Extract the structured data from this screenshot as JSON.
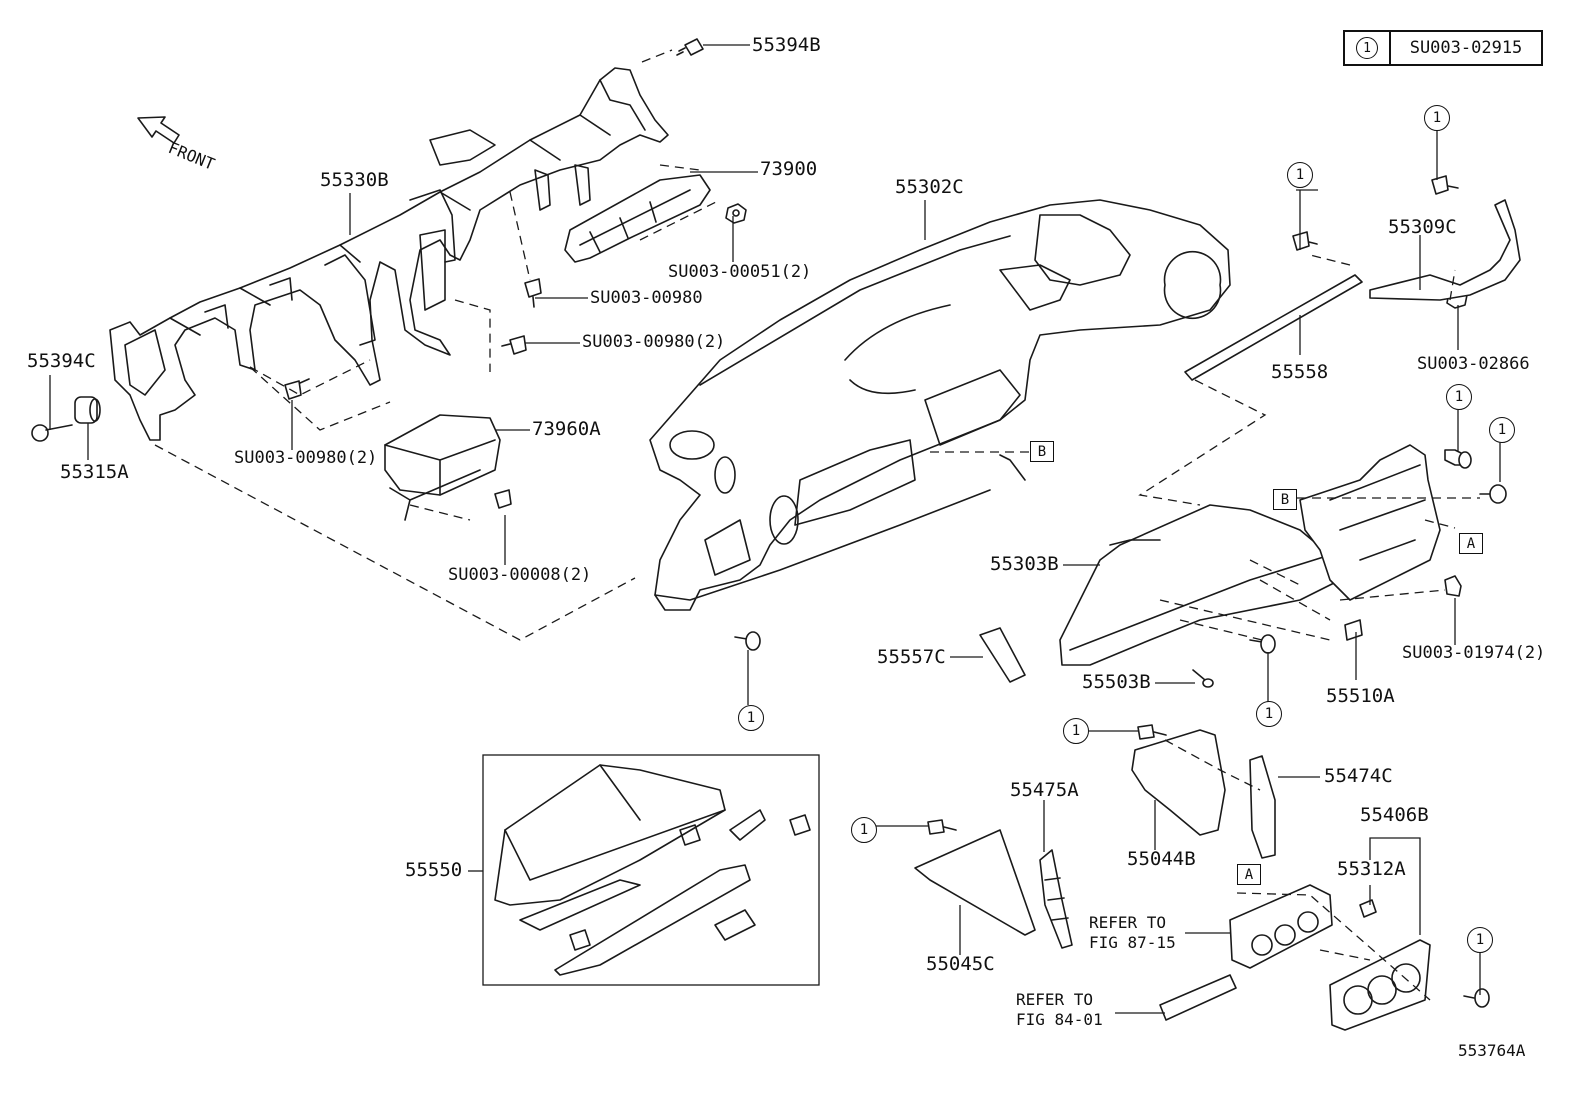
{
  "figure_id": "553764A",
  "legend": {
    "symbol": "1",
    "part": "SU003-02915"
  },
  "front_label": "FRONT",
  "callout_symbol": "1",
  "box_labels": {
    "a": "A",
    "b": "B"
  },
  "parts": {
    "p55394B": "55394B",
    "p73900": "73900",
    "p55302C": "55302C",
    "p55330B": "55330B",
    "p55394C": "55394C",
    "p55315A": "55315A",
    "su00051": "SU003-00051(2)",
    "su00980a": "SU003-00980",
    "su00980b": "SU003-00980(2)",
    "su00980c": "SU003-00980(2)",
    "p73960A": "73960A",
    "su00008": "SU003-00008(2)",
    "p55309C": "55309C",
    "p55558": "55558",
    "su02866": "SU003-02866",
    "p55303B": "55303B",
    "su01974": "SU003-01974(2)",
    "p55557C": "55557C",
    "p55503B": "55503B",
    "p55510A": "55510A",
    "p55550": "55550",
    "p55475A": "55475A",
    "p55474C": "55474C",
    "p55406B": "55406B",
    "p55044B": "55044B",
    "p55312A": "55312A",
    "p55045C": "55045C"
  },
  "refs": {
    "r1": "REFER TO\nFIG 87-15",
    "r2": "REFER TO\nFIG 84-01"
  }
}
